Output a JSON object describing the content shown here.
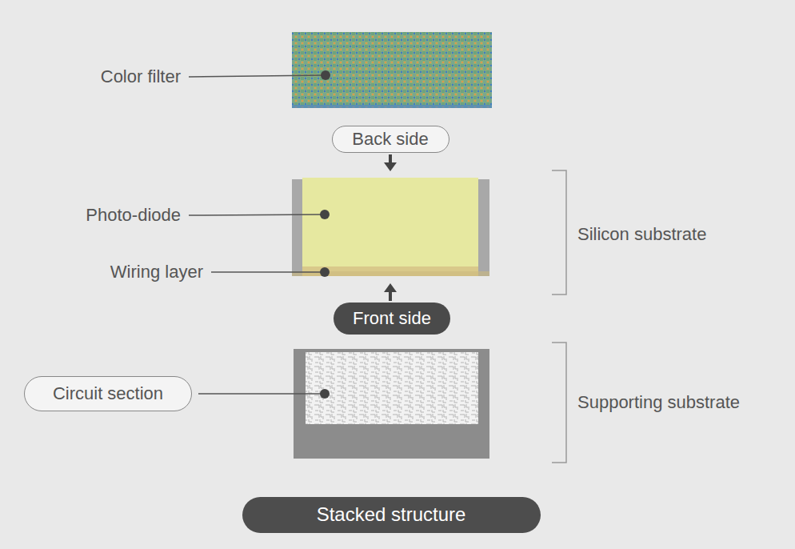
{
  "diagram": {
    "nodes": [
      {
        "text": [
          "Back side"
        ]
      },
      {
        "text": [
          "Front side"
        ]
      },
      {
        "text": [
          "Circuit section"
        ]
      },
      {
        "text": [
          "Stacked structure"
        ]
      }
    ],
    "labels": [
      "Color filter",
      "Photo-diode",
      "Wiring layer",
      "Silicon substrate",
      "Supporting substrate"
    ]
  }
}
